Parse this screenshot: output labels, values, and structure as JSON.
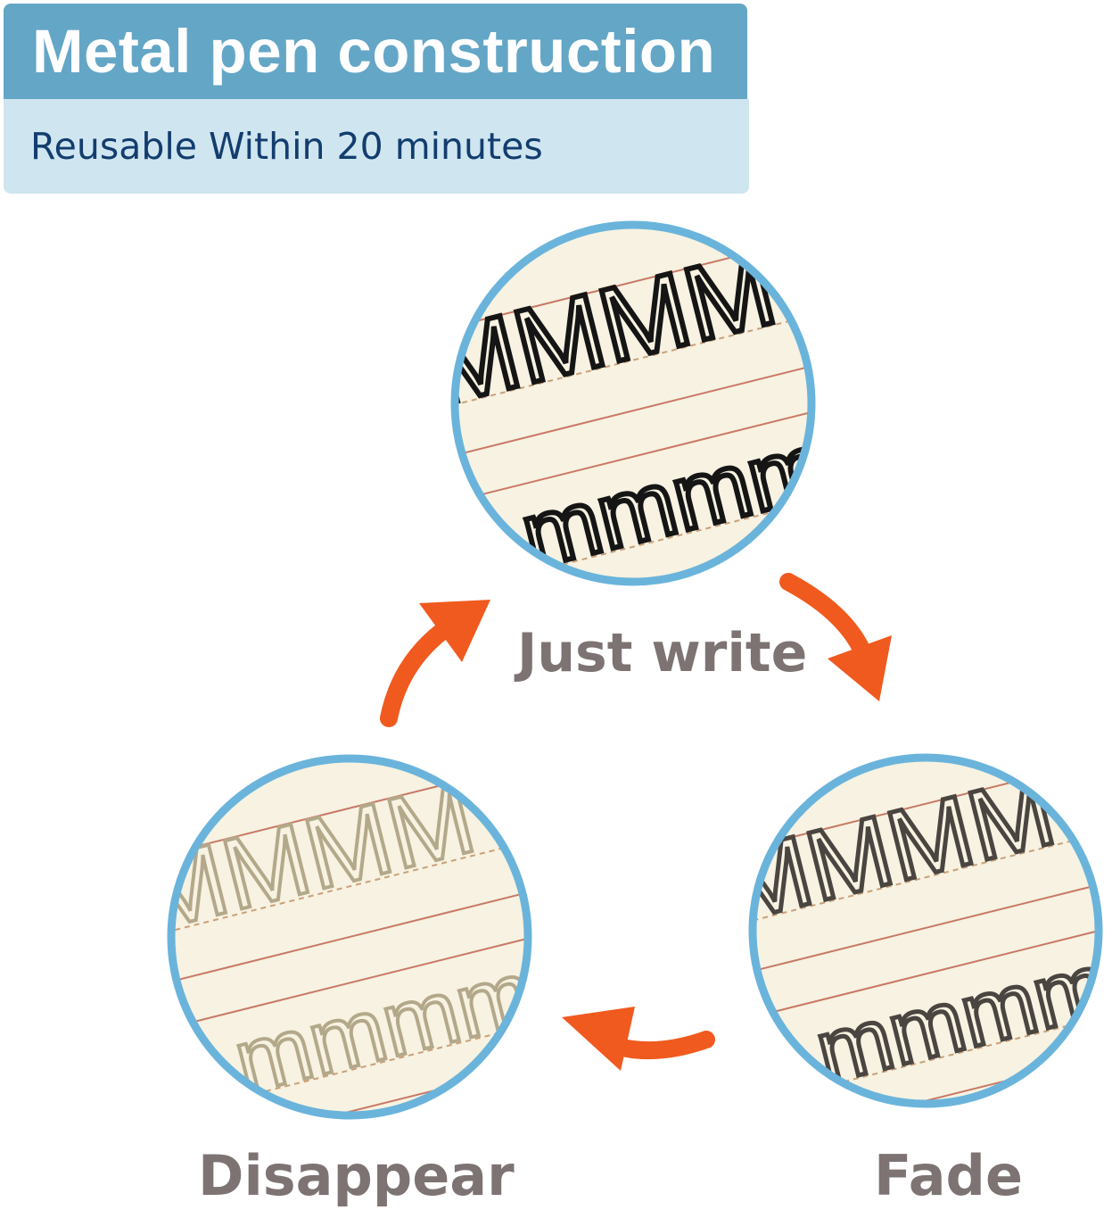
{
  "header": {
    "title": "Metal pen construction",
    "subtitle": "Reusable Within 20 minutes"
  },
  "steps": [
    {
      "label": "Just write",
      "sample_upper": "MMMM",
      "sample_lower": "mmmmm",
      "ink_color": "#151515"
    },
    {
      "label": "Fade",
      "sample_upper": "MMMM",
      "sample_lower": "mmmmm",
      "ink_color": "#4a4540"
    },
    {
      "label": "Disappear",
      "sample_upper": "MMMM",
      "sample_lower": "mmmmm",
      "ink_color": "#b3a88a"
    }
  ],
  "colors": {
    "title_bar": "#64a6c6",
    "subtitle_bar": "#cfe5f0",
    "subtitle_text": "#123d6e",
    "circle_border": "#6ab4dc",
    "paper": "#f7f2e1",
    "ruling_line": "#c97866",
    "arrow": "#f05a1e",
    "step_label": "#7d7373"
  },
  "icons": {
    "cycle_arrow": "curved-arrow-icon"
  }
}
